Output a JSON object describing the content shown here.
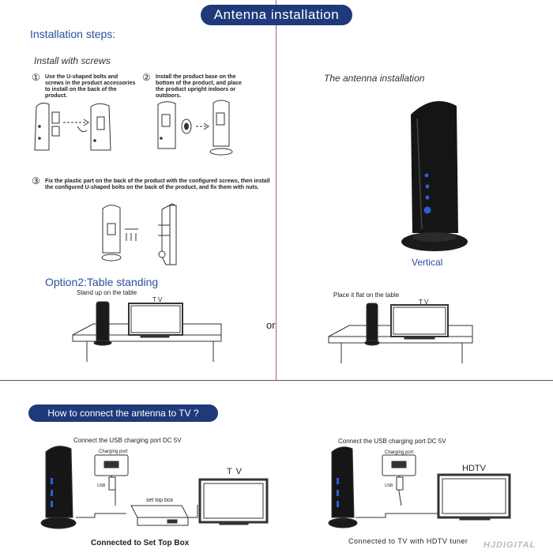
{
  "header": {
    "title": "Antenna installation"
  },
  "left": {
    "heading": "Installation steps:",
    "subheading": "Install with screws",
    "step1": {
      "num": "①",
      "text": "Use the U-shaped bolts and screws in the product accessories to install on the back of the product."
    },
    "step2": {
      "num": "②",
      "text": "Install the product base on the bottom of the product, and place the product upright indoors or outdoors."
    },
    "step3": {
      "num": "③",
      "text": "Fix the plastic part on the back of the product with the configured screws,  then install the configured U-shaped bolts on the back of the product,  and fix them with nuts."
    },
    "option2": "Option2:Table standing",
    "stand_caption": "Stand up on the table",
    "tv_label": "T V"
  },
  "right": {
    "heading": "The antenna installation",
    "vertical_label": "Vertical",
    "flat_caption": "Place it flat on the table",
    "tv_label": "T V"
  },
  "or_label": "or",
  "bottom": {
    "title": "How to connect the antenna to TV ?",
    "left": {
      "usb_caption": "Connect the USB charging port DC 5V",
      "charging_port": "Charging port",
      "usb": "USB",
      "settop": "set top box",
      "tv": "T V",
      "caption": "Connected to Set Top Box"
    },
    "right": {
      "usb_caption": "Connect the USB charging port DC 5V",
      "charging_port": "Charging port",
      "usb": "USB",
      "tv": "HDTV",
      "caption": "Connected to TV with HDTV tuner"
    },
    "watermark": "HJDIGITAL"
  },
  "colors": {
    "pill": "#1f3a7a",
    "title_blue": "#2a4f9a",
    "divider": "#c0509a"
  }
}
